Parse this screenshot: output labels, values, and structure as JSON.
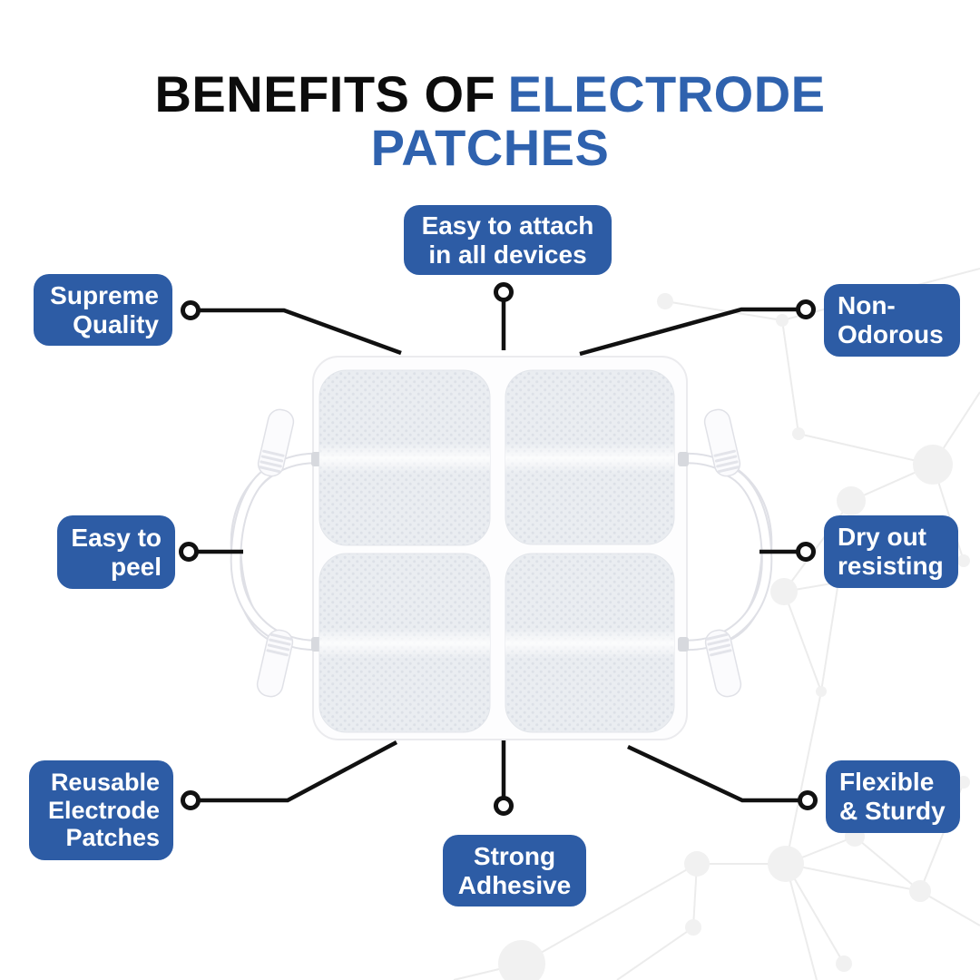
{
  "title": {
    "part_black": "BENEFITS OF",
    "part_blue_1": "ELECTRODE",
    "part_blue_2": "PATCHES"
  },
  "colors": {
    "accent_blue": "#2d5ca5",
    "title_blue": "#2f62ae",
    "line_black": "#111111",
    "pattern_gray": "#f1f1f1"
  },
  "benefits": [
    {
      "id": "easy-attach",
      "label": "Easy to attach\nin all devices"
    },
    {
      "id": "supreme-quality",
      "label": "Supreme\nQuality"
    },
    {
      "id": "non-odorous",
      "label": "Non-\nOdorous"
    },
    {
      "id": "easy-peel",
      "label": "Easy to\npeel"
    },
    {
      "id": "dry-out",
      "label": "Dry out\nresisting"
    },
    {
      "id": "reusable",
      "label": "Reusable\nElectrode\nPatches"
    },
    {
      "id": "strong-adhesive",
      "label": "Strong\nAdhesive"
    },
    {
      "id": "flexible-sturdy",
      "label": "Flexible\n& Sturdy"
    }
  ],
  "product": {
    "name": "electrode patches set",
    "patch_count": 4
  }
}
